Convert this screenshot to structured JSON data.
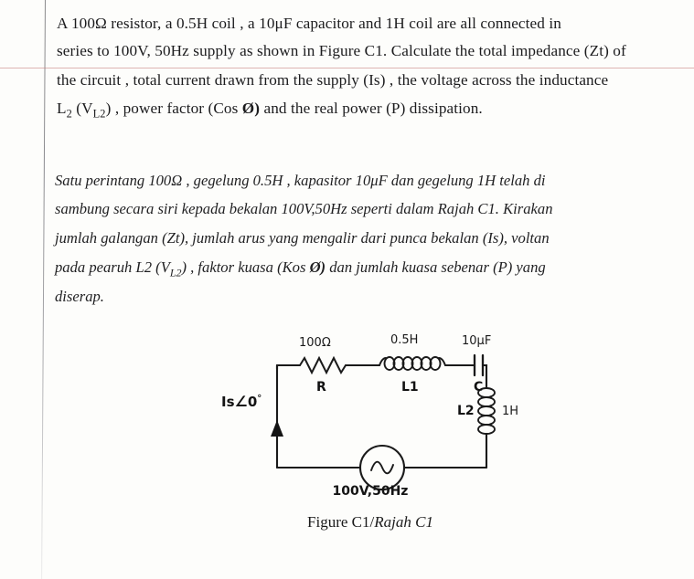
{
  "document": {
    "english_paragraph": {
      "lines": [
        "A 100Ω   resistor, a   0.5H coil , a 10μF capacitor and 1H   coil are all connected in",
        "series to 100V, 50Hz supply as shown in Figure C1. Calculate the total impedance (Zt)  of",
        "the circuit , total current  drawn  from the supply (Is) , the voltage across the inductance",
        "L₂ (Vʟ₂) , power factor (Cos Ø)  and  the real power (P)  dissipation."
      ],
      "line4_parts": {
        "a": "L",
        "a_sub": "2",
        "b": " (V",
        "b_sub": "L2",
        "c": ") , power factor (Cos ",
        "d": "Ø)",
        "e": "  and   the real power (P)  dissipation."
      }
    },
    "malay_paragraph": {
      "lines": [
        "Satu   perintang 100Ω ,   gegelung 0.5H ,   kapasitor 10μF dan  gegelung 1H  telah di",
        "sambung secara siri  kepada  bekalan  100V,50Hz seperti dalam Rajah C1.    Kirakan",
        "jumlah  galangan (Zt),   jumlah  arus  yang mengalir dari punca bekalan (Is),   voltan",
        "pada  pearuh  L2 (Vʟ₂) ,  faktor kuasa (Kos Ø)   dan jumlah kuasa sebenar (P) yang",
        "diserap."
      ],
      "line4_parts": {
        "a": "pada  pearuh  L2 (V",
        "a_sub": "L2",
        "b": ") ,  faktor kuasa (Kos ",
        "c": "Ø)",
        "d": "   dan jumlah kuasa sebenar (P) yang"
      }
    }
  },
  "figure": {
    "caption_roman": "Figure C1/",
    "caption_italic": "Rajah C1",
    "source_label": "100V,50Hz",
    "current_label": {
      "symbol": "Is",
      "angle": "0",
      "degree": "°"
    },
    "components": [
      {
        "ref": "R",
        "value": "100Ω",
        "type": "resistor"
      },
      {
        "ref": "L1",
        "value": "0.5H",
        "type": "inductor"
      },
      {
        "ref": "C",
        "value": "10μF",
        "type": "capacitor"
      },
      {
        "ref": "L2",
        "value": "1H",
        "type": "inductor"
      }
    ],
    "source": {
      "voltage": "100V",
      "frequency": "50Hz",
      "type": "ac-source"
    }
  },
  "colors": {
    "ink": "#1b1b1b",
    "paper": "#fdfdfb",
    "margin_rule": "#787880",
    "red_rule": "#c47878"
  }
}
